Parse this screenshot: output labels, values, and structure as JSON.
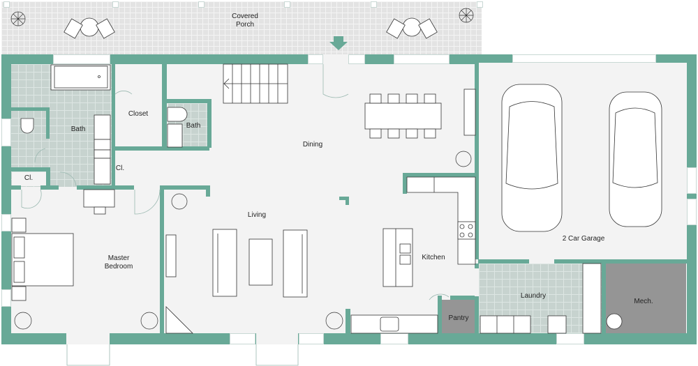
{
  "plan": {
    "wall_color": "#68a997",
    "floor_color": "#f3f3f3",
    "tile_color": "#c7d3cf",
    "utility_color": "#959595",
    "entry_arrow_color": "#68a997"
  },
  "rooms": {
    "porch": {
      "line1": "Covered",
      "line2": "Porch"
    },
    "bath_master": "Bath",
    "closet": "Closet",
    "cl_small": "Cl.",
    "cl_hall": "Cl.",
    "bath_half": "Bath",
    "dining": "Dining",
    "living": "Living",
    "kitchen": "Kitchen",
    "master": {
      "line1": "Master",
      "line2": "Bedroom"
    },
    "garage": "2 Car Garage",
    "laundry": "Laundry",
    "mech": "Mech.",
    "pantry": "Pantry"
  }
}
